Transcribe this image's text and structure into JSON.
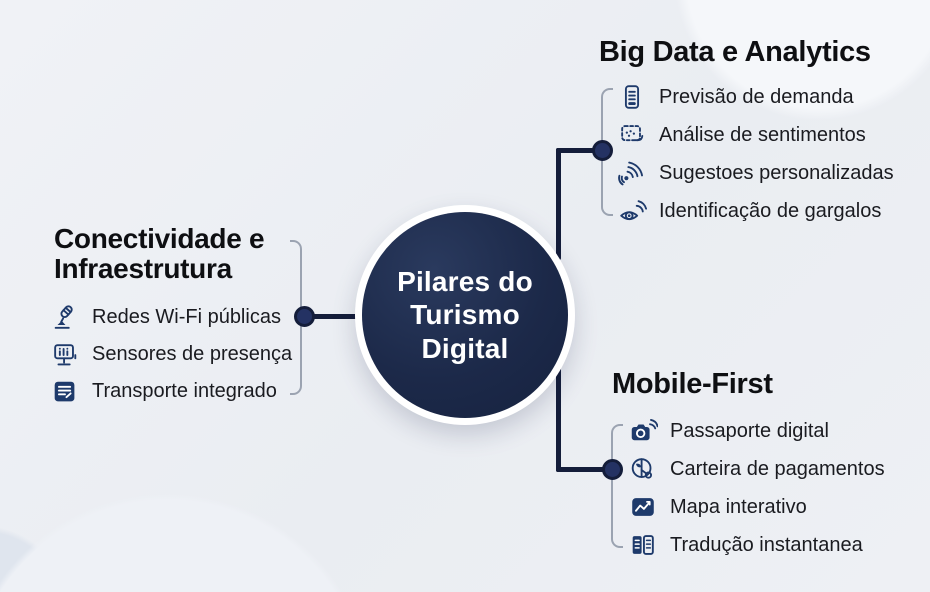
{
  "center": {
    "lines": [
      "Pilares do",
      "Turismo",
      "Digital"
    ]
  },
  "branches": [
    {
      "name": "conectividade-infraestrutura",
      "title_lines": [
        "Conectividade e",
        "Infraestrutura"
      ],
      "items": [
        {
          "icon": "pen-stand-icon",
          "label": "Redes Wi-Fi públicas"
        },
        {
          "icon": "sensor-monitor-icon",
          "label": "Sensores de presença"
        },
        {
          "icon": "document-lines-icon",
          "label": "Transporte integrado"
        }
      ]
    },
    {
      "name": "big-data-analytics",
      "title": "Big Data e Analytics",
      "items": [
        {
          "icon": "phone-report-icon",
          "label": "Previsão de demanda"
        },
        {
          "icon": "chat-dots-icon",
          "label": "Análise de sentimentos"
        },
        {
          "icon": "signal-waves-icon",
          "label": "Sugestoes personalizadas"
        },
        {
          "icon": "eye-signal-icon",
          "label": "Identificação de gargalos"
        }
      ]
    },
    {
      "name": "mobile-first",
      "title": "Mobile-First",
      "items": [
        {
          "icon": "camera-wifi-icon",
          "label": "Passaporte digital"
        },
        {
          "icon": "network-route-icon",
          "label": "Carteira de pagamentos"
        },
        {
          "icon": "map-chart-icon",
          "label": "Mapa interativo"
        },
        {
          "icon": "open-book-icon",
          "label": "Tradução instantanea"
        }
      ]
    }
  ],
  "colors": {
    "background": "#edeff3",
    "node_fill": "#1c2949",
    "node_ring": "#ffffff",
    "connector": "#141d3a",
    "bracket": "#9ba3b1",
    "icon": "#1e3a6b",
    "title_text": "#0e0f12",
    "item_text": "#1a1b20",
    "center_text": "#ffffff"
  }
}
